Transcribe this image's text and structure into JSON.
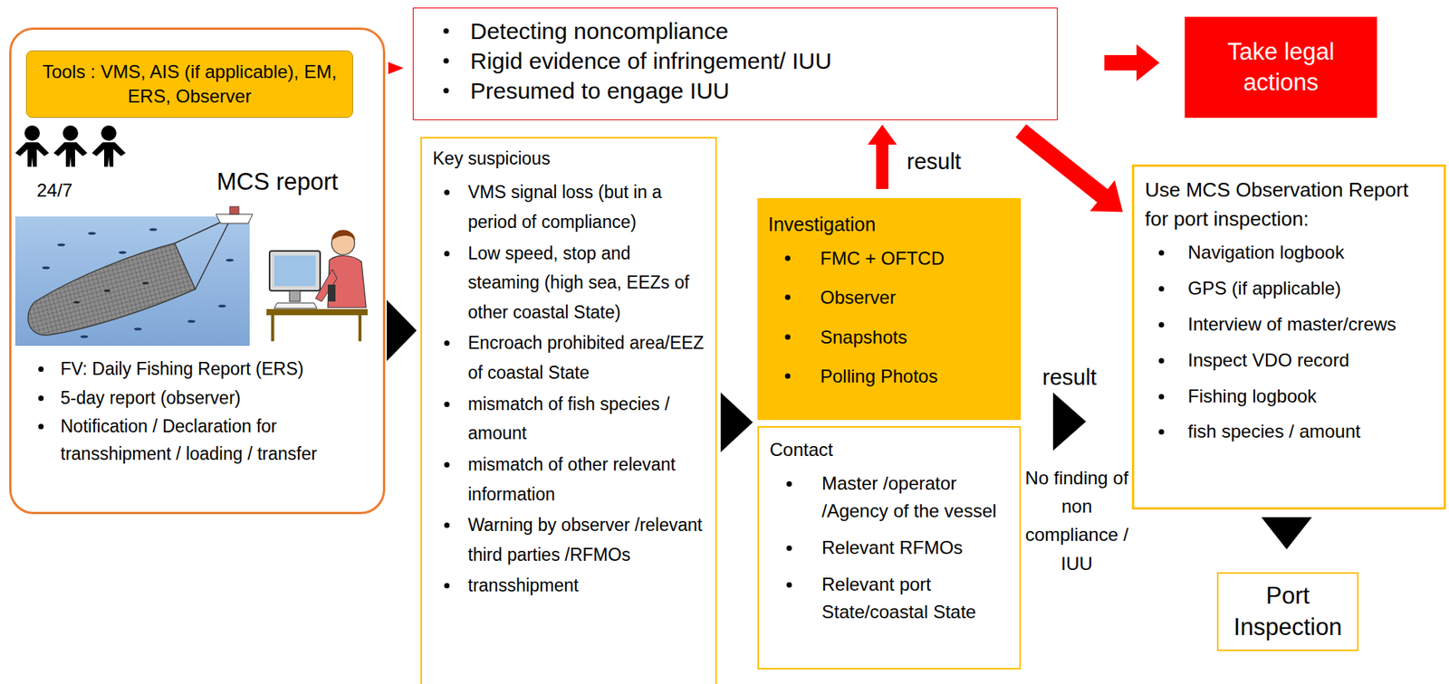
{
  "diagram": {
    "nodes": [
      {
        "text": [
          "24/7",
          "MCS report",
          "FV: Daily Fishing Report (ERS)",
          "5-day report (observer)",
          "Notification / Declaration for transshipment / loading / transfer"
        ]
      },
      {
        "text": [
          "Tools : VMS, AIS (if applicable), EM, ERS, Observer"
        ],
        "in": 0
      },
      {
        "text": [
          "Detecting noncompliance",
          "Rigid evidence of infringement/ IUU",
          "Presumed to engage IUU"
        ]
      },
      {
        "text": [
          "Take legal actions"
        ]
      },
      {
        "text": [
          "Key suspicious",
          "VMS signal loss (but in a period of compliance)",
          "Low speed, stop and steaming (high sea, EEZs of other coastal State)",
          "Encroach prohibited area/EEZ of coastal State",
          "mismatch of fish species / amount",
          "mismatch of other relevant information",
          "Warning by observer /relevant third parties /RFMOs",
          "transshipment"
        ]
      },
      {
        "text": [
          "Investigation",
          "FMC + OFTCD",
          "Observer",
          "Snapshots",
          "Polling Photos"
        ]
      },
      {
        "text": [
          "Contact",
          "Master /operator /Agency of the vessel",
          "Relevant RFMOs",
          "Relevant port State/coastal State"
        ]
      },
      {
        "text": [
          "Use MCS Observation Report for port inspection:",
          "Navigation logbook",
          "GPS (if applicable)",
          "Interview of master/crews",
          "Inspect VDO record",
          "Fishing logbook",
          "fish species / amount"
        ]
      },
      {
        "text": [
          "Port Inspection"
        ]
      }
    ],
    "edges": [
      {
        "from": 0,
        "to": 2,
        "arrow": "to"
      },
      {
        "from": 2,
        "to": 3,
        "arrow": "to"
      },
      {
        "from": 0,
        "to": 4,
        "arrow": "to"
      },
      {
        "from": 4,
        "to": 5,
        "arrow": "to"
      },
      {
        "from": 5,
        "to": 2,
        "label": "result",
        "arrow": "to"
      },
      {
        "from": 2,
        "to": 7,
        "arrow": "to"
      },
      {
        "from": 6,
        "to": 7,
        "label": "result",
        "arrow": "to"
      },
      {
        "from": 7,
        "to": 8,
        "arrow": "to"
      }
    ],
    "labels": [
      "No finding of non compliance / IUU"
    ]
  }
}
